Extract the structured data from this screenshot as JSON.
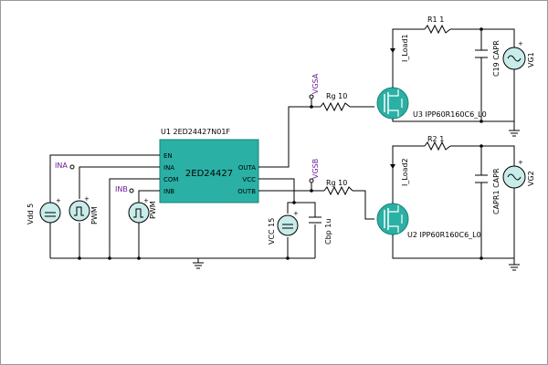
{
  "ic": {
    "ref": "U1 2ED24427N01F",
    "part": "2ED24427",
    "pins": {
      "en": "EN",
      "ina": "INA",
      "com": "COM",
      "inb": "INB",
      "outa": "OUTA",
      "vcc": "VCC",
      "outb": "OUTB"
    },
    "color": "#2ab0a4"
  },
  "sources": {
    "vdd": "Vdd 5",
    "pwm1": "PWM",
    "pwm2": "PWM",
    "vcc": "VCC 15",
    "vg1": "VG1",
    "vg2": "VG2"
  },
  "capacitors": {
    "cbp": "Cbp 1u",
    "c19": "C19 CAPR",
    "capr1": "CAPR1 CAPR"
  },
  "resistors": {
    "rg_top": "Rg 10",
    "rg_bot": "Rg 10",
    "r1": "R1 1",
    "r2": "R2 1"
  },
  "mosfets": {
    "u3": "U3 IPP60R160C6_L0",
    "u2": "U2 IPP60R160C6_L0",
    "color": "#2ab0a4"
  },
  "net_labels": {
    "ina": "INA",
    "inb": "INB",
    "vgsa": "VGSA",
    "vgsb": "VGSB"
  },
  "current_labels": {
    "load1": "I_Load1",
    "load2": "I_Load2"
  },
  "plus_sign": "+",
  "colors": {
    "wire": "#000000",
    "net_label": "#6a1a9a",
    "component_fill": "#2ab0a4",
    "source_fill": "#c8ecea"
  }
}
